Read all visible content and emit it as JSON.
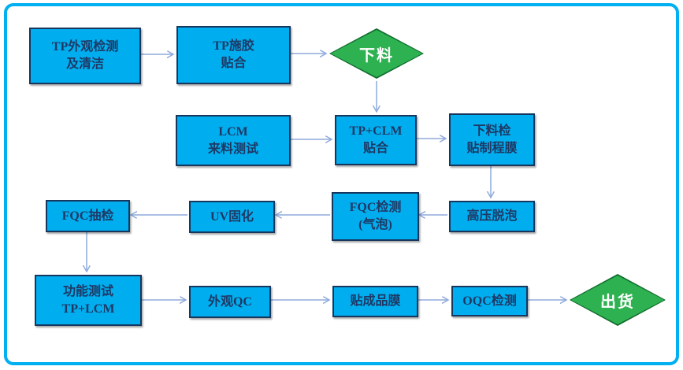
{
  "colors": {
    "frame": "#00b0f0",
    "box-fill": "#00aeef",
    "box-border": "#17375e",
    "box-text": "#1f3864",
    "diamond-fill": "#2eb150",
    "diamond-border": "#0e6b2d",
    "diamond-text": "#ffffff",
    "arrow": "#8faadc"
  },
  "nodes": {
    "tp_inspection": {
      "label": "TP外观检测\n及清洁"
    },
    "tp_gluing": {
      "label": "TP施胶\n贴合"
    },
    "blanking": {
      "label": "下料"
    },
    "lcm_test": {
      "label": "LCM\n来料测试"
    },
    "tp_clm_lamination": {
      "label": "TP+CLM\n贴合"
    },
    "blanking_check_film": {
      "label": "下料检\n贴制程膜"
    },
    "fqc_sampling": {
      "label": "FQC抽检"
    },
    "uv_curing": {
      "label": "UV固化"
    },
    "fqc_test_bubble": {
      "label": "FQC检测\n(气泡)"
    },
    "autoclave_defoam": {
      "label": "高压脱泡"
    },
    "function_test": {
      "label": "功能测试\nTP+LCM"
    },
    "appearance_qc": {
      "label": "外观QC"
    },
    "finished_film": {
      "label": "贴成品膜"
    },
    "oqc_test": {
      "label": "OQC检测"
    },
    "shipment": {
      "label": "出货"
    }
  }
}
